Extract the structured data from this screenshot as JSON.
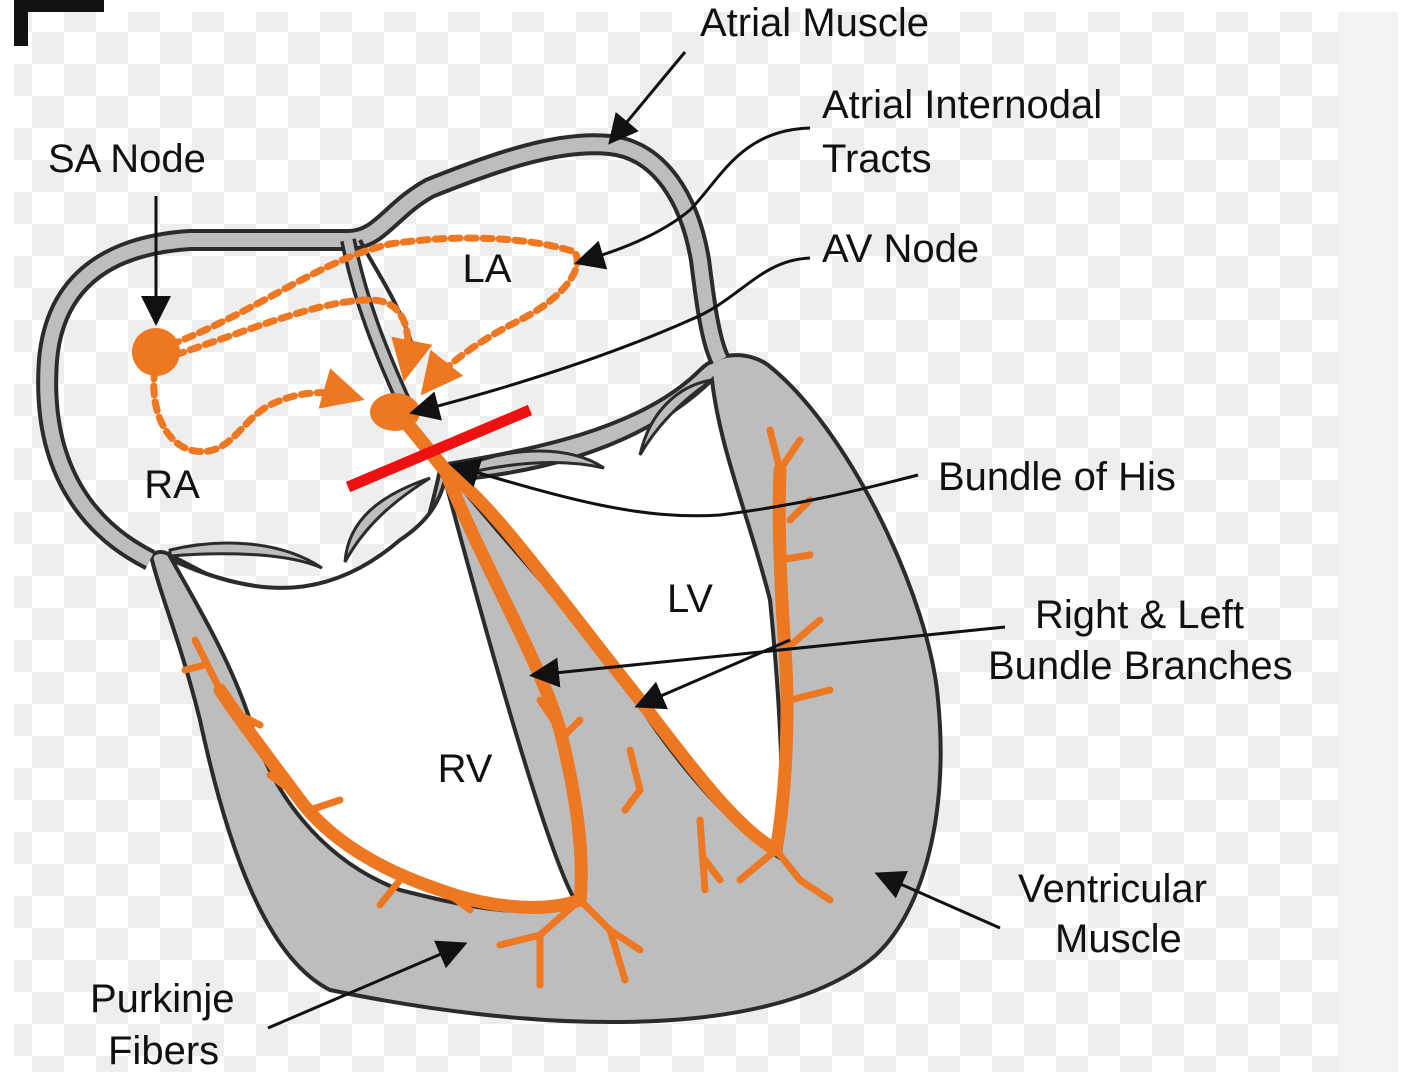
{
  "colors": {
    "conduction": "#ee7722",
    "muscle_fill": "#bdbdbd",
    "outline": "#2b2b2b",
    "block_marker": "#ee1111",
    "background_checker": "#eeeeee",
    "text": "#111111"
  },
  "chambers": {
    "la": "LA",
    "ra": "RA",
    "lv": "LV",
    "rv": "RV"
  },
  "labels": {
    "atrial_muscle": "Atrial Muscle",
    "internodal_line1": "Atrial Internodal",
    "internodal_line2": "Tracts",
    "sa_node": "SA Node",
    "av_node": "AV Node",
    "bundle_of_his": "Bundle of His",
    "bundle_branches_line1": "Right & Left",
    "bundle_branches_line2": "Bundle Branches",
    "ventricular_line1": "Ventricular",
    "ventricular_line2": "Muscle",
    "purkinje_line1": "Purkinje",
    "purkinje_line2": "Fibers"
  },
  "icons": {
    "corner_bracket": "corner-bracket-icon"
  }
}
